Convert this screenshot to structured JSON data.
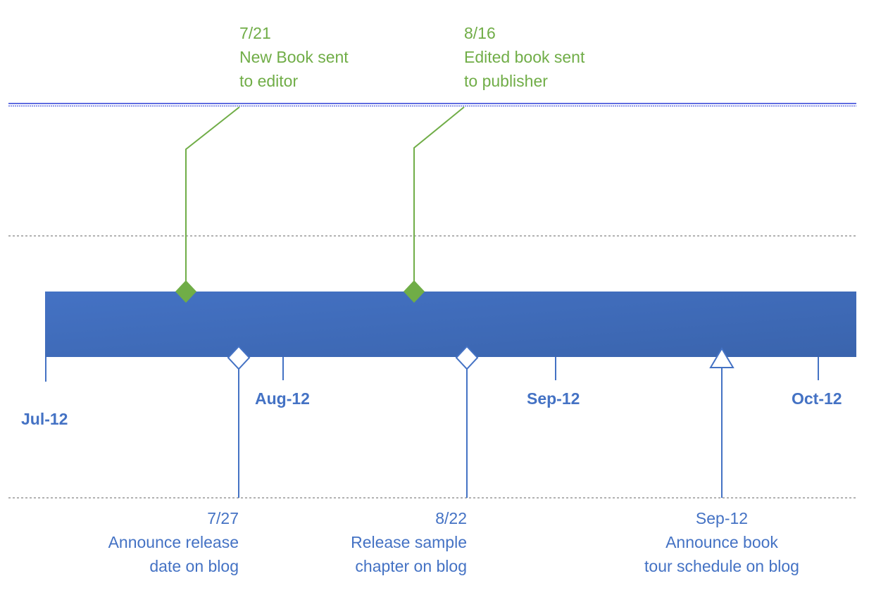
{
  "colors": {
    "bar": "#4472c4",
    "bar_dark": "#3a64ad",
    "milestone_above": "#70ad47",
    "milestone_below": "#4472c4",
    "guide_line_dark": "#2a3bd6",
    "guide_line_dotted": "#999999"
  },
  "axis_ticks": [
    {
      "label": "Jul-12"
    },
    {
      "label": "Aug-12"
    },
    {
      "label": "Sep-12"
    },
    {
      "label": "Oct-12"
    }
  ],
  "milestones_above": [
    {
      "date": "7/21",
      "text_line1": "New Book sent",
      "text_line2": "to editor",
      "marker": "diamond-filled-icon"
    },
    {
      "date": "8/16",
      "text_line1": "Edited book sent",
      "text_line2": "to publisher",
      "marker": "diamond-filled-icon"
    }
  ],
  "milestones_below": [
    {
      "date": "7/27",
      "text_line1": "Announce release",
      "text_line2": "date on blog",
      "marker": "diamond-outline-icon"
    },
    {
      "date": "8/22",
      "text_line1": "Release sample",
      "text_line2": "chapter on blog",
      "marker": "diamond-outline-icon"
    },
    {
      "date": "Sep-12",
      "text_line1": "Announce book",
      "text_line2": "tour schedule on blog",
      "marker": "triangle-outline-icon"
    }
  ]
}
